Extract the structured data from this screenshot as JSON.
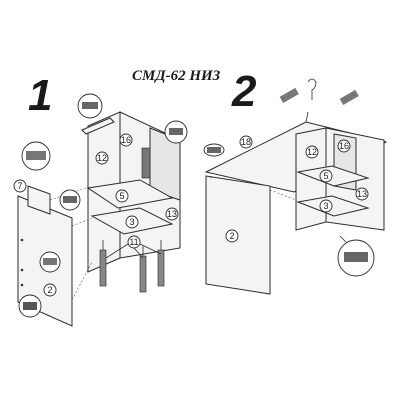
{
  "title": "СМД-62 НИЗ",
  "steps": {
    "step1": "1",
    "step2": "2"
  },
  "parts_step1": {
    "p2": "2",
    "p3": "3",
    "p5": "5",
    "p7": "7",
    "p11": "11",
    "p12": "12",
    "p13": "13",
    "p16": "16"
  },
  "parts_step2": {
    "p2": "2",
    "p3": "3",
    "p5": "5",
    "p12": "12",
    "p13": "13",
    "p16": "16",
    "p18": "18"
  },
  "icons": {
    "screw": "screw-icon",
    "cam": "cam-lock-icon",
    "hook": "hook-icon",
    "leg": "leg-icon"
  }
}
